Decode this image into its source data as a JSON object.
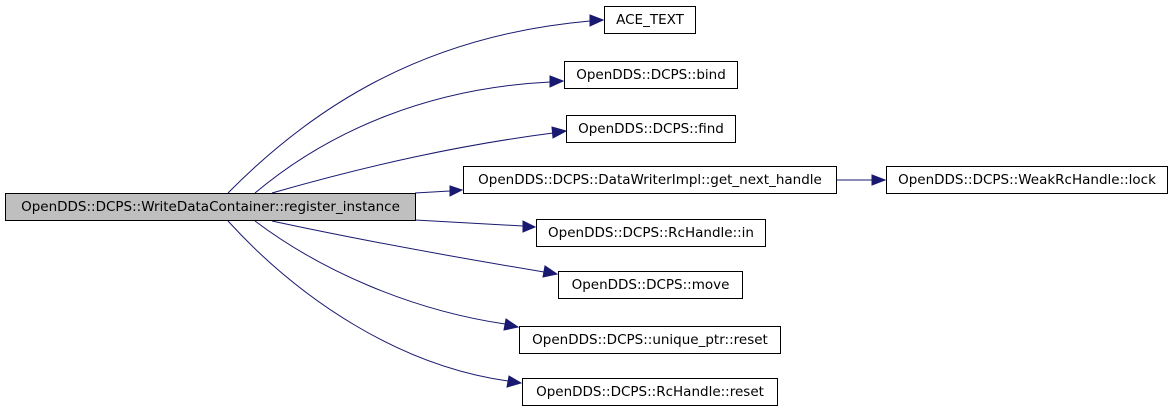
{
  "diagram": {
    "colors": {
      "edge": "#191970",
      "root_fill": "#bfbfbf",
      "node_fill": "#ffffff",
      "border": "#000000"
    },
    "root": {
      "label": "OpenDDS::DCPS::WriteDataContainer::register_instance"
    },
    "callees": [
      {
        "label": "ACE_TEXT"
      },
      {
        "label": "OpenDDS::DCPS::bind"
      },
      {
        "label": "OpenDDS::DCPS::find"
      },
      {
        "label": "OpenDDS::DCPS::DataWriterImpl::get_next_handle"
      },
      {
        "label": "OpenDDS::DCPS::RcHandle::in"
      },
      {
        "label": "OpenDDS::DCPS::move"
      },
      {
        "label": "OpenDDS::DCPS::unique_ptr::reset"
      },
      {
        "label": "OpenDDS::DCPS::RcHandle::reset"
      }
    ],
    "second_level": [
      {
        "label": "OpenDDS::DCPS::WeakRcHandle::lock"
      }
    ]
  }
}
